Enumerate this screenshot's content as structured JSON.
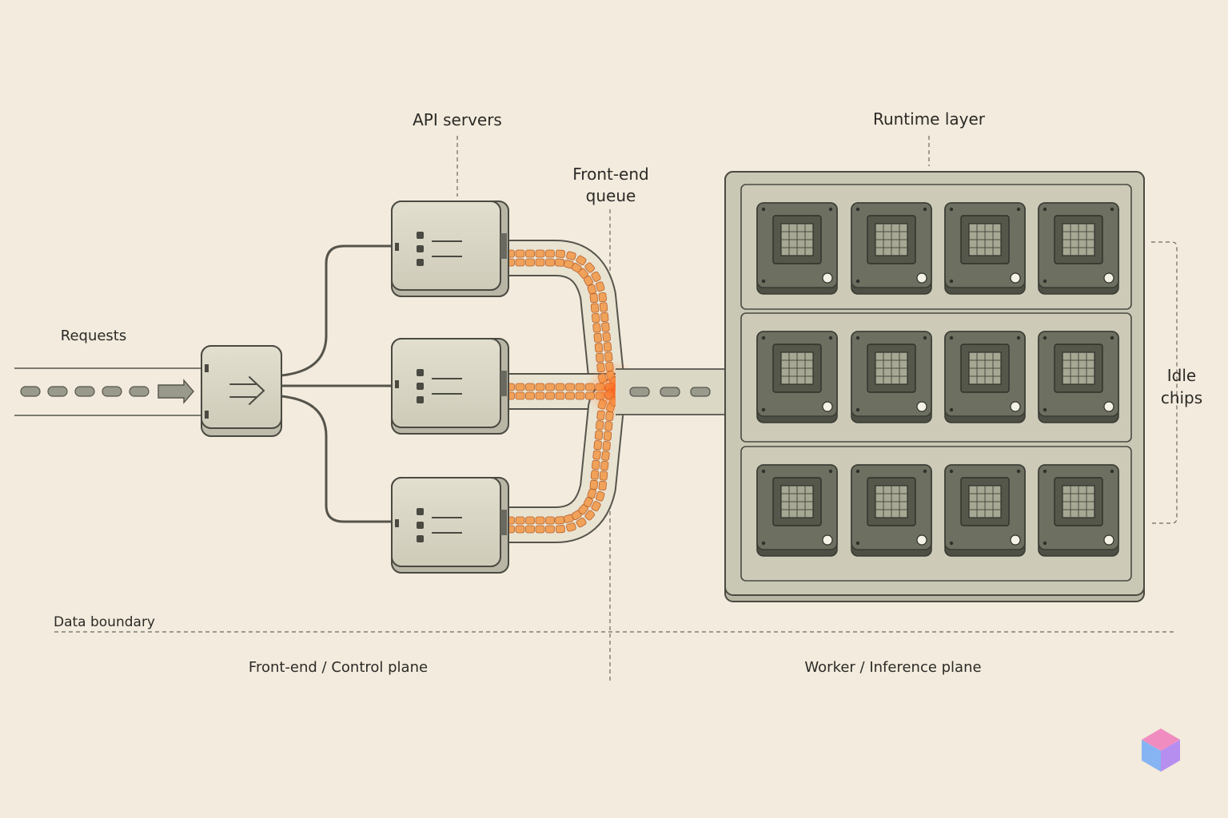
{
  "labels": {
    "requests": "Requests",
    "api_servers": "API servers",
    "front_end_queue": [
      "Front-end",
      "queue"
    ],
    "runtime_layer": "Runtime layer",
    "idle_chips": [
      "Idle",
      "chips"
    ],
    "data_boundary": "Data boundary",
    "front_end_plane": "Front-end / Control plane",
    "worker_plane": "Worker / Inference plane"
  },
  "structure": {
    "api_server_count": 3,
    "runtime_rows": 3,
    "chips_per_row": 4
  },
  "colors": {
    "background": "#f3ebdd",
    "node_fill": "#d9d6c6",
    "node_stroke": "#4a4a42",
    "queue_item": "#f0a25a",
    "queue_glow": "#ff6a1a",
    "panel_fill": "#c9c8b4",
    "chip_fill": "#6d6f60",
    "line": "#55544c"
  },
  "icons": {
    "load_balancer": "double-arrow-right-icon",
    "server": "server-icon",
    "chip": "chip-icon",
    "brand": "cube-icon"
  }
}
